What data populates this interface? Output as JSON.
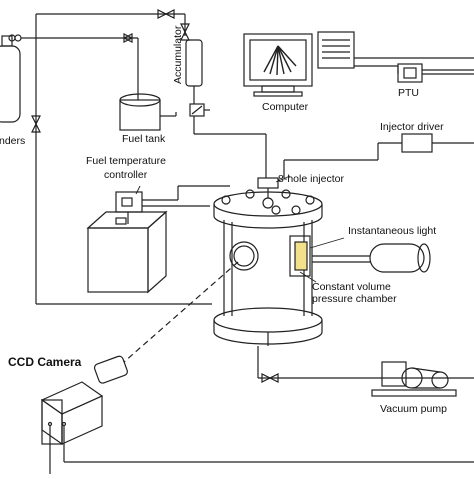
{
  "diagram": {
    "labels": {
      "cylinders": "nders",
      "fuel_tank": "Fuel tank",
      "accumulator": "Accumulator",
      "computer": "Computer",
      "ptu": "PTU",
      "injector_driver": "Injector driver",
      "fuel_temp_line1": "Fuel temperature",
      "fuel_temp_line2": "controller",
      "injector": "8-hole injector",
      "light": "Instantaneous light",
      "chamber_line1": "Constant volume",
      "chamber_line2": "pressure chamber",
      "ccd": "CCD Camera",
      "vacuum": "Vacuum pump"
    },
    "colors": {
      "line": "#222222",
      "window": "#f2e08a",
      "background": "#ffffff"
    }
  }
}
